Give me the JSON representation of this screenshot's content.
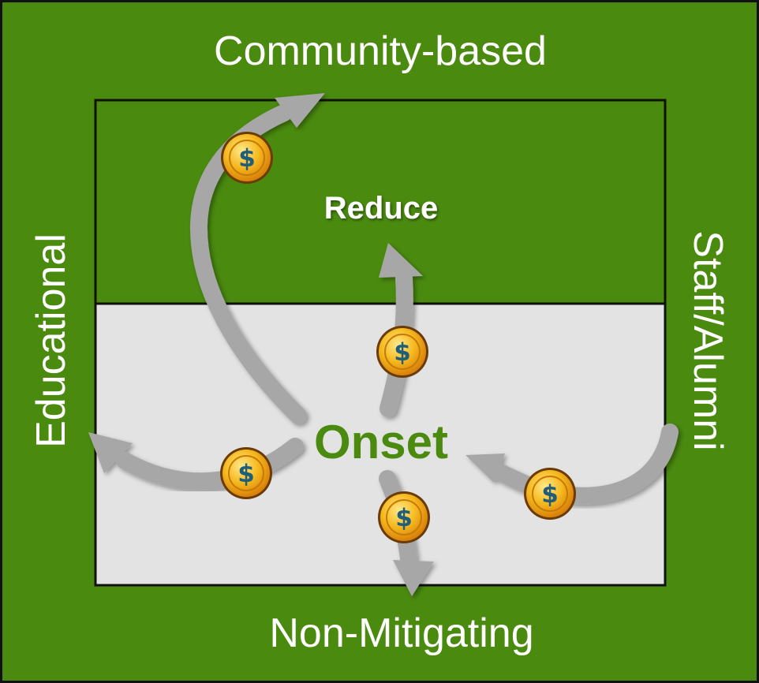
{
  "labels": {
    "top": "Community-based",
    "bottom": "Non-Mitigating",
    "left": "Educational",
    "right": "Staff/Alumni",
    "reduce": "Reduce",
    "center": "Onset"
  },
  "coin": {
    "symbol": "$"
  },
  "colors": {
    "frame_green": "#4a8a0f",
    "upper_box_green": "#4a8a0f",
    "lower_box_gray": "#e3e3e3",
    "border": "#111111",
    "label_text": "#ffffff",
    "center_text": "#4a8a0f",
    "arrow": "#a7a7a7",
    "coin_gold": "#f0b21c",
    "coin_symbol": "#1f5d7a"
  },
  "icons": {
    "coin": "dollar-coin-icon",
    "arrow": "curved-arrow-icon"
  }
}
